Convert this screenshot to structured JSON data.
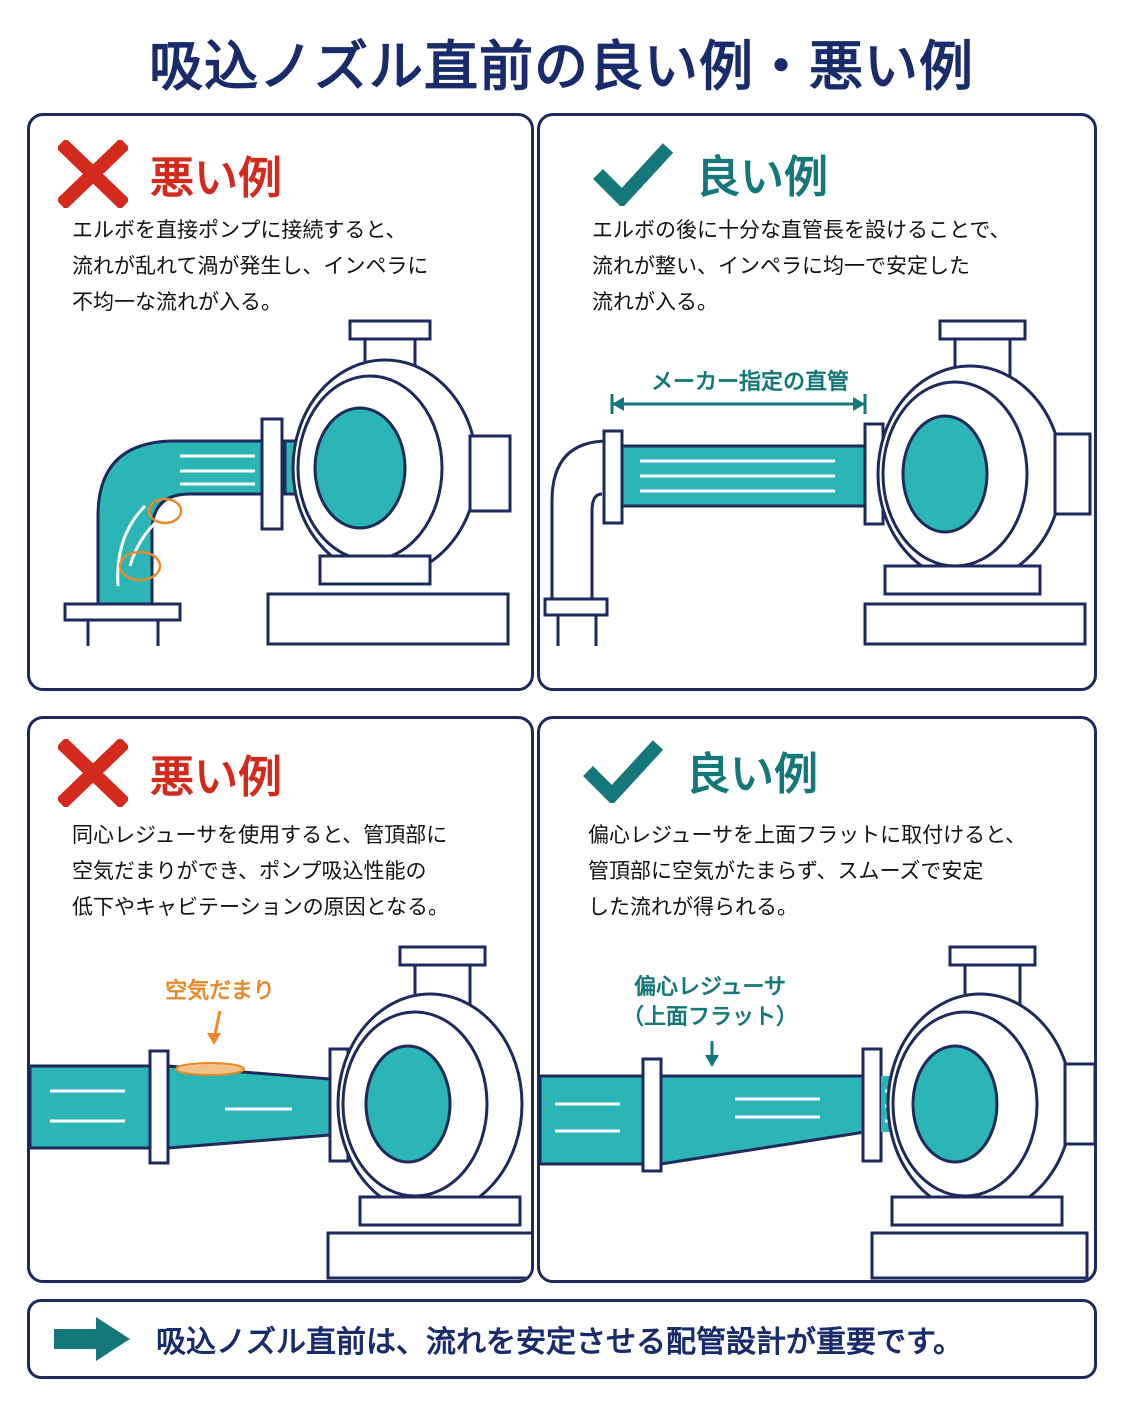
{
  "title": "吸込ノズル直前の良い例・悪い例",
  "colors": {
    "navy": "#1f2a5c",
    "bad": "#d42a1e",
    "good": "#14777a",
    "water": "#2bb5b5",
    "air": "#e8892a"
  },
  "panels": [
    {
      "kind": "bad",
      "icon": "cross-icon",
      "label": "悪い例",
      "description": "エルボを直接ポンプに接続すると、\n流れが乱れて渦が発生し、インペラに\n不均一な流れが入る。"
    },
    {
      "kind": "good",
      "icon": "check-icon",
      "label": "良い例",
      "description": "エルボの後に十分な直管長を設けることで、\n流れが整い、インペラに均一で安定した\n流れが入る。",
      "callout": "メーカー指定の直管"
    },
    {
      "kind": "bad",
      "icon": "cross-icon",
      "label": "悪い例",
      "description": "同心レジューサを使用すると、管頂部に\n空気だまりができ、ポンプ吸込性能の\n低下やキャビテーションの原因となる。",
      "callout": "空気だまり"
    },
    {
      "kind": "good",
      "icon": "check-icon",
      "label": "良い例",
      "description": "偏心レジューサを上面フラットに取付けると、\n管頂部に空気がたまらず、スムーズで安定\nした流れが得られる。",
      "callout": "偏心レジューサ\n（上面フラット）"
    }
  ],
  "footer": {
    "icon": "arrow-right-icon",
    "text": "吸込ノズル直前は、流れを安定させる配管設計が重要です。"
  }
}
